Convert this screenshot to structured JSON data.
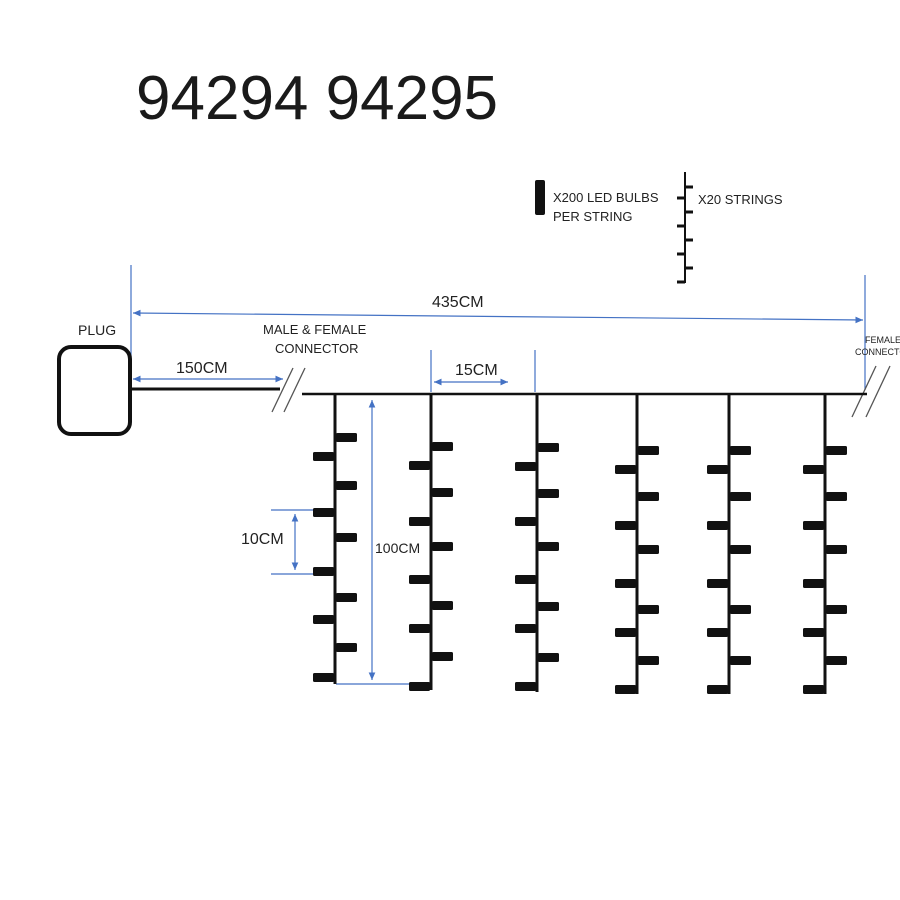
{
  "title": "94294 94295",
  "legend": {
    "bulbs_line1": "X200 LED BULBS",
    "bulbs_line2": "PER STRING",
    "strings": "X20 STRINGS",
    "bulb_icon": "led-bulb-icon",
    "string_icon": "light-string-icon"
  },
  "labels": {
    "plug": "PLUG",
    "male_female_line1": "MALE & FEMALE",
    "male_female_line2": "CONNECTOR",
    "female_line1": "FEMALE",
    "female_line2": "CONNECTOR"
  },
  "measurements": {
    "total_length": "435CM",
    "lead_length": "150CM",
    "string_spacing": "15CM",
    "bulb_spacing": "10CM",
    "drop_length": "100CM"
  },
  "colors": {
    "dimension_lines": "#4472c4",
    "wire": "#111111"
  }
}
